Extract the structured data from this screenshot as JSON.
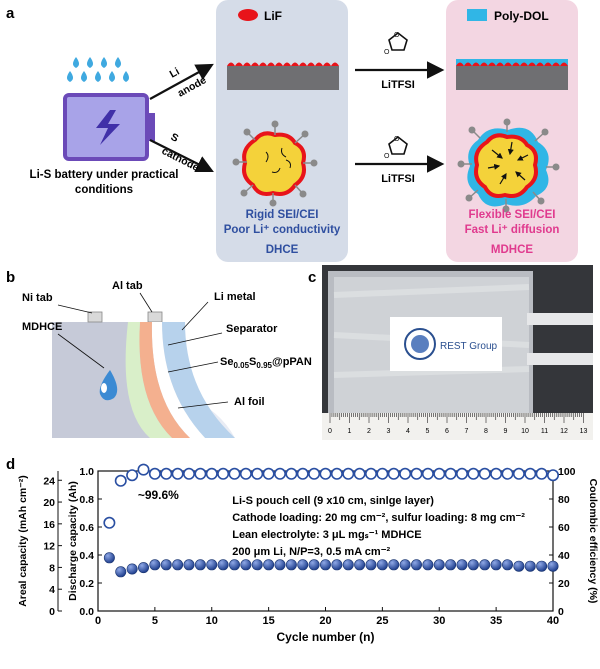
{
  "panel_a": {
    "label": "a",
    "battery_caption_line1": "Li-S battery under practical",
    "battery_caption_line2": "conditions",
    "anode_top": "Li",
    "anode_bottom": "anode",
    "cathode_top": "S",
    "cathode_bottom": "cathode",
    "lif_legend": "LiF",
    "polydol_legend": "Poly-DOL",
    "litfsi_1": "LiTFSI",
    "litfsi_2": "LiTFSI",
    "dhce_line1": "Rigid SEI/CEI",
    "dhce_line2": "Poor Li⁺ conductivity",
    "dhce_name": "DHCE",
    "mdhce_line1": "Flexible SEI/CEI",
    "mdhce_line2": "Fast Li⁺ diffusion",
    "mdhce_name": "MDHCE",
    "colors": {
      "dhce_panel": "#d5dce8",
      "mdhce_panel": "#f3d6e2",
      "dhce_text": "#2f4fa0",
      "mdhce_text": "#e03a8e",
      "lif": "#e8141a",
      "polydol": "#30b6e6"
    }
  },
  "panel_b": {
    "label": "b",
    "ni_tab": "Ni tab",
    "al_tab": "Al tab",
    "li_metal": "Li metal",
    "mdhce": "MDHCE",
    "separator": "Separator",
    "cathode_main": "Se",
    "cathode_sub1": "0.05",
    "cathode_mid": "S",
    "cathode_sub2": "0.95",
    "cathode_end": "@pPAN",
    "al_foil": "Al foil"
  },
  "panel_c": {
    "label": "c",
    "logo_text": "REST Group",
    "ruler_ticks": [
      "0",
      "1",
      "2",
      "3",
      "4",
      "5",
      "6",
      "7",
      "8",
      "9",
      "10",
      "11",
      "12",
      "13"
    ]
  },
  "panel_d": {
    "label": "d",
    "annotation": "~99.6%",
    "info_lines": [
      "Li-S pouch cell (9 x10 cm, sinlge layer)",
      "Cathode loading: 20 mg cm⁻², sulfur loading: 8 mg cm⁻²",
      "Lean electrolyte: 3 μL mgₛ⁻¹ MDHCE",
      "200 μm Li, N/P=3, 0.5 mA cm⁻²"
    ]
  },
  "chart_data": {
    "type": "scatter",
    "xlabel": "Cycle number (n)",
    "ylabel_left_outer": "Areal capacity (mAh cm⁻²)",
    "ylabel_left_inner": "Discharge capacity (Ah)",
    "ylabel_right": "Coulombic efficiency (%)",
    "xlim": [
      0,
      40
    ],
    "ylim_ah": [
      0.0,
      1.0
    ],
    "ylim_areal": [
      0,
      25.7
    ],
    "ylim_ce": [
      0,
      100
    ],
    "x_ticks": [
      0,
      5,
      10,
      15,
      20,
      25,
      30,
      35,
      40
    ],
    "y_ticks_ah": [
      0.0,
      0.2,
      0.4,
      0.6,
      0.8,
      1.0
    ],
    "y_ticks_areal": [
      0,
      4,
      8,
      12,
      16,
      20,
      24
    ],
    "y_ticks_ce": [
      0,
      20,
      40,
      60,
      80,
      100
    ],
    "grid": false,
    "series": [
      {
        "marker": "filled",
        "axis": "left",
        "x": [
          1,
          2,
          3,
          4,
          5,
          6,
          7,
          8,
          9,
          10,
          11,
          12,
          13,
          14,
          15,
          16,
          17,
          18,
          19,
          20,
          21,
          22,
          23,
          24,
          25,
          26,
          27,
          28,
          29,
          30,
          31,
          32,
          33,
          34,
          35,
          36,
          37,
          38,
          39,
          40
        ],
        "values": [
          0.38,
          0.28,
          0.3,
          0.31,
          0.33,
          0.33,
          0.33,
          0.33,
          0.33,
          0.33,
          0.33,
          0.33,
          0.33,
          0.33,
          0.33,
          0.33,
          0.33,
          0.33,
          0.33,
          0.33,
          0.33,
          0.33,
          0.33,
          0.33,
          0.33,
          0.33,
          0.33,
          0.33,
          0.33,
          0.33,
          0.33,
          0.33,
          0.33,
          0.33,
          0.33,
          0.33,
          0.32,
          0.32,
          0.32,
          0.32
        ]
      },
      {
        "marker": "open",
        "axis": "right",
        "x": [
          1,
          2,
          3,
          4,
          5,
          6,
          7,
          8,
          9,
          10,
          11,
          12,
          13,
          14,
          15,
          16,
          17,
          18,
          19,
          20,
          21,
          22,
          23,
          24,
          25,
          26,
          27,
          28,
          29,
          30,
          31,
          32,
          33,
          34,
          35,
          36,
          37,
          38,
          39,
          40
        ],
        "values": [
          63,
          93,
          97,
          101,
          98,
          98,
          98,
          98,
          98,
          98,
          98,
          98,
          98,
          98,
          98,
          98,
          98,
          98,
          98,
          98,
          98,
          98,
          98,
          98,
          98,
          98,
          98,
          98,
          98,
          98,
          98,
          98,
          98,
          98,
          98,
          98,
          98,
          98,
          98,
          97
        ]
      }
    ],
    "colors": {
      "filled": "#2a4fa2",
      "open_stroke": "#2a4fa2"
    }
  }
}
